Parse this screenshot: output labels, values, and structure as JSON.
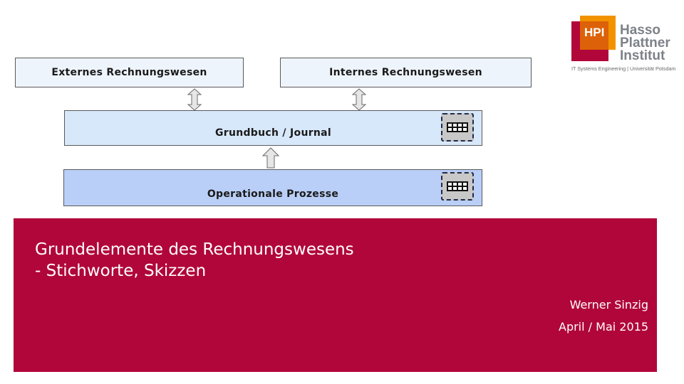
{
  "diagram": {
    "external_accounting": "Externes Rechnungswesen",
    "internal_accounting": "Internes Rechnungswesen",
    "ledger": "Grundbuch / Journal",
    "operational_processes": "Operationale Prozesse"
  },
  "logo": {
    "mark": "HPI",
    "name_line1": "Hasso",
    "name_line2": "Plattner",
    "name_line3": "Institut",
    "tagline": "IT Systems Engineering | Universität Potsdam"
  },
  "title_band": {
    "title_line1": "Grundelemente des Rechnungswesens",
    "title_line2": "- Stichworte, Skizzen",
    "author": "Werner Sinzig",
    "date": "April / Mai 2015"
  },
  "colors": {
    "brand_red": "#b1063a",
    "logo_orange": "#f39200",
    "logo_dark_orange": "#dd6108",
    "logo_red": "#b1063a"
  },
  "icons": [
    "double-arrow-icon",
    "up-arrow-icon",
    "database-icon"
  ]
}
